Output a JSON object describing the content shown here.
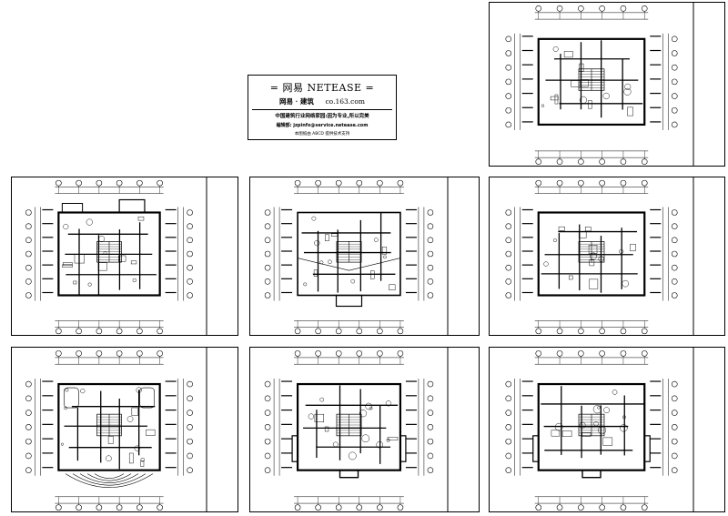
{
  "banner": {
    "line1": "= 网易  NETEASE =",
    "line2_left": "网易 · 建筑",
    "line2_right": "co.163.com",
    "line3": "中国建筑行业网络家园:因为专业,所以完美",
    "line4": "编辑部: jzpinfo@service.netease.com",
    "line5": "本图纸由 ABCD 提供技术支持"
  },
  "sheets": [
    {
      "id": "floor-plan-top-right"
    },
    {
      "id": "floor-plan-middle-left"
    },
    {
      "id": "floor-plan-middle-center"
    },
    {
      "id": "floor-plan-middle-right"
    },
    {
      "id": "floor-plan-bottom-left"
    },
    {
      "id": "floor-plan-bottom-center"
    },
    {
      "id": "floor-plan-bottom-right"
    }
  ]
}
